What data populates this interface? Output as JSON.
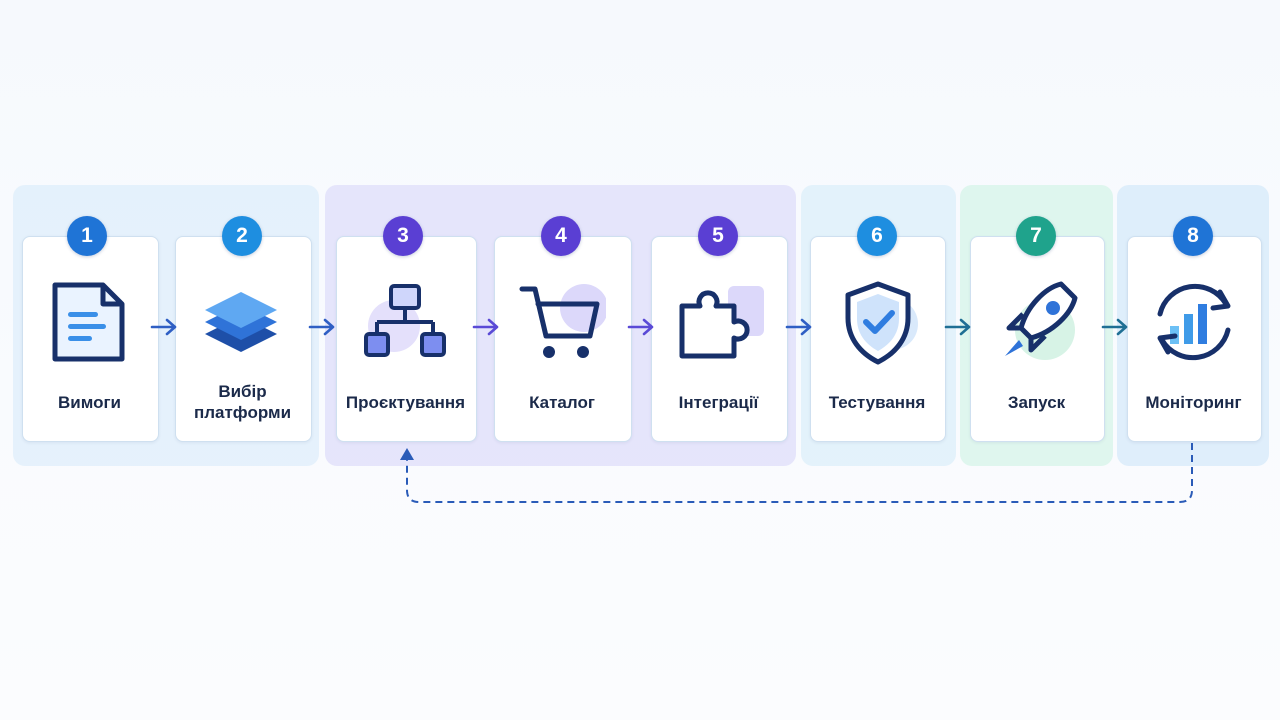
{
  "colors": {
    "badge_blue": "#1f74d6",
    "badge_sky": "#1e8ee0",
    "badge_purple": "#5a3fd3",
    "badge_teal": "#1fa38c",
    "arrow": "#2f5fc4",
    "loop_arrow": "#2a5bb8",
    "text": "#1b2a4a"
  },
  "steps": [
    {
      "number": "1",
      "label": "Вимоги",
      "icon": "document-icon"
    },
    {
      "number": "2",
      "label": "Вибір платформи",
      "icon": "layers-icon"
    },
    {
      "number": "3",
      "label": "Проєктування",
      "icon": "hierarchy-icon"
    },
    {
      "number": "4",
      "label": "Каталог",
      "icon": "shopping-cart-icon"
    },
    {
      "number": "5",
      "label": "Інтеграції",
      "icon": "puzzle-icon"
    },
    {
      "number": "6",
      "label": "Тестування",
      "icon": "shield-check-icon"
    },
    {
      "number": "7",
      "label": "Запуск",
      "icon": "rocket-icon"
    },
    {
      "number": "8",
      "label": "Моніторинг",
      "icon": "monitoring-cycle-icon"
    }
  ],
  "feedback_loop": {
    "from_step": "8",
    "to_step": "3",
    "style": "dashed"
  }
}
